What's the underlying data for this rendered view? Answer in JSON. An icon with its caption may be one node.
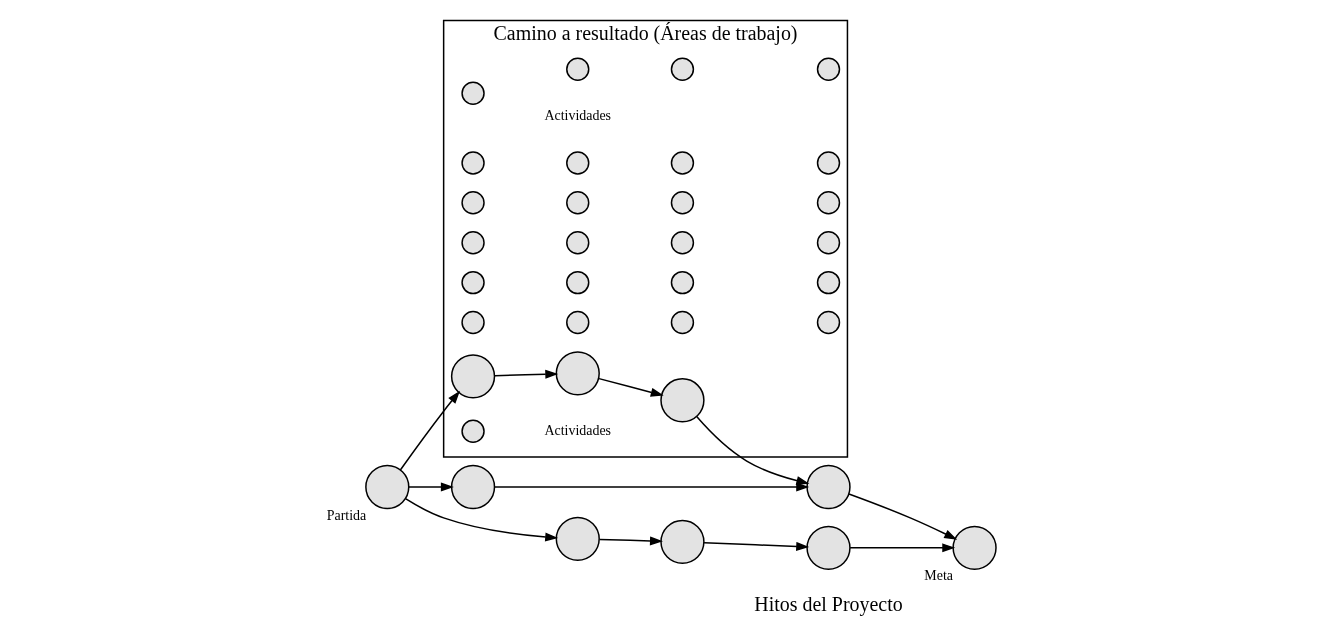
{
  "diagram": {
    "nodes": [
      {
        "text": [
          "Camino a resultado (Áreas de trabajo)"
        ]
      },
      {
        "text": [],
        "shape": "circle",
        "beside": [
          "Partida"
        ]
      },
      {
        "text": [],
        "shape": "circle",
        "in": 0
      },
      {
        "text": [],
        "shape": "circle",
        "in": 0
      },
      {
        "text": [],
        "shape": "circle",
        "in": 0
      },
      {
        "text": [],
        "shape": "circle"
      },
      {
        "text": [],
        "shape": "circle"
      },
      {
        "text": [],
        "shape": "circle",
        "beside": [
          "Meta"
        ]
      },
      {
        "text": [],
        "shape": "circle"
      },
      {
        "text": [],
        "shape": "circle"
      },
      {
        "text": [],
        "shape": "circle"
      },
      {
        "text": [],
        "shape": "circle",
        "in": 0
      },
      {
        "text": [],
        "shape": "circle",
        "in": 0
      },
      {
        "text": [],
        "shape": "circle",
        "in": 0
      },
      {
        "text": [],
        "shape": "circle",
        "in": 0
      },
      {
        "text": [],
        "shape": "circle",
        "in": 0
      },
      {
        "text": [],
        "shape": "circle",
        "in": 0
      },
      {
        "text": [],
        "shape": "circle",
        "in": 0
      },
      {
        "text": [],
        "shape": "circle",
        "in": 0
      },
      {
        "text": [],
        "shape": "circle",
        "in": 0
      },
      {
        "text": [],
        "shape": "circle",
        "in": 0
      },
      {
        "text": [],
        "shape": "circle",
        "in": 0
      },
      {
        "text": [],
        "shape": "circle",
        "in": 0
      },
      {
        "text": [],
        "shape": "circle",
        "in": 0
      },
      {
        "text": [],
        "shape": "circle",
        "in": 0
      },
      {
        "text": [],
        "shape": "circle",
        "in": 0
      },
      {
        "text": [],
        "shape": "circle",
        "in": 0
      },
      {
        "text": [],
        "shape": "circle",
        "in": 0
      },
      {
        "text": [],
        "shape": "circle",
        "in": 0
      },
      {
        "text": [],
        "shape": "circle",
        "in": 0
      },
      {
        "text": [],
        "shape": "circle",
        "in": 0
      },
      {
        "text": [],
        "shape": "circle",
        "in": 0
      },
      {
        "text": [],
        "shape": "circle",
        "in": 0
      },
      {
        "text": [],
        "shape": "circle",
        "in": 0
      },
      {
        "text": [],
        "shape": "circle",
        "in": 0
      },
      {
        "text": [],
        "shape": "circle",
        "in": 0
      }
    ],
    "edges": [
      {
        "from": 1,
        "to": 2,
        "arrow": "to"
      },
      {
        "from": 2,
        "to": 3,
        "arrow": "to"
      },
      {
        "from": 3,
        "to": 4,
        "arrow": "to"
      },
      {
        "from": 4,
        "to": 6,
        "arrow": "to"
      },
      {
        "from": 1,
        "to": 5,
        "arrow": "to"
      },
      {
        "from": 5,
        "to": 6,
        "arrow": "to"
      },
      {
        "from": 6,
        "to": 7,
        "arrow": "to"
      },
      {
        "from": 1,
        "to": 8,
        "arrow": "to"
      },
      {
        "from": 8,
        "to": 9,
        "arrow": "to"
      },
      {
        "from": 9,
        "to": 10,
        "arrow": "to"
      },
      {
        "from": 10,
        "to": 7,
        "arrow": "to"
      }
    ],
    "labels": [
      "Actividades",
      "Actividades",
      "Hitos del Proyecto"
    ]
  }
}
